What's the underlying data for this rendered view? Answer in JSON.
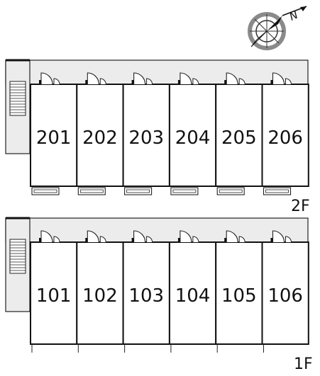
{
  "compass": {
    "label": "N",
    "icon": "compass-rose-icon"
  },
  "floors": [
    {
      "id": "2F",
      "label": "2F",
      "units": [
        "201",
        "202",
        "203",
        "204",
        "205",
        "206"
      ],
      "has_balcony": true
    },
    {
      "id": "1F",
      "label": "1F",
      "units": [
        "101",
        "102",
        "103",
        "104",
        "105",
        "106"
      ],
      "has_balcony": false
    }
  ],
  "colors": {
    "line": "#111111",
    "corridor": "#ececec",
    "compass_ring": "#8a8a8a"
  }
}
